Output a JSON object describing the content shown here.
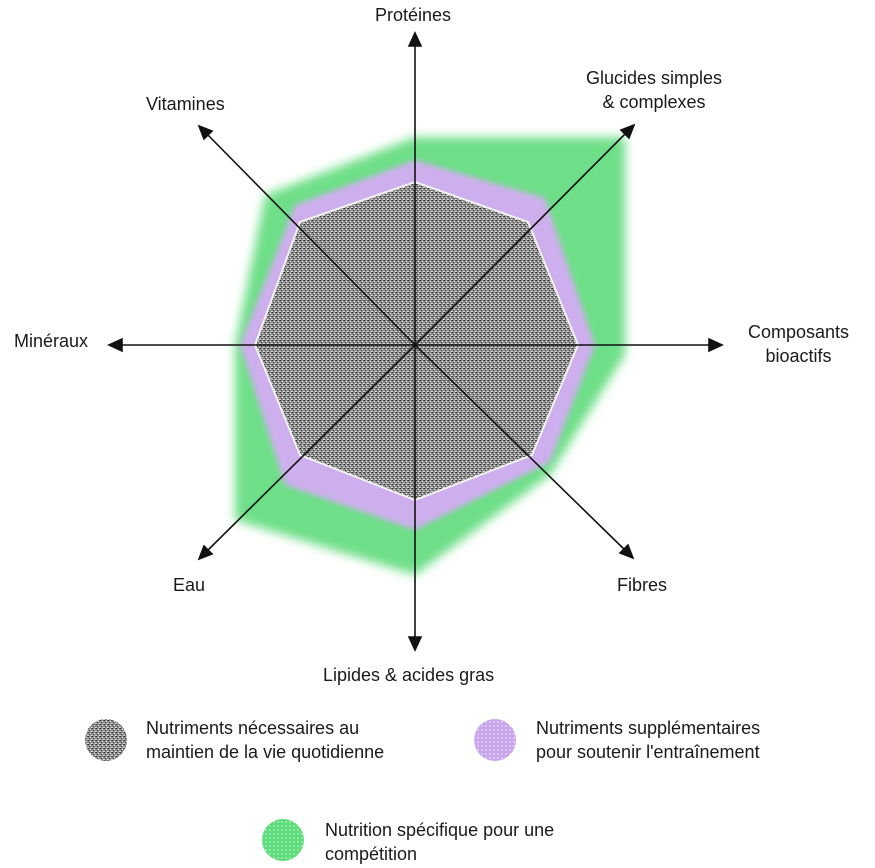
{
  "axes": [
    {
      "id": "proteines",
      "label": "Protéines"
    },
    {
      "id": "glucides",
      "label": "Glucides simples\n& complexes"
    },
    {
      "id": "composants",
      "label": "Composants\nbioactifs"
    },
    {
      "id": "fibres",
      "label": "Fibres"
    },
    {
      "id": "lipides",
      "label": "Lipides & acides gras"
    },
    {
      "id": "eau",
      "label": "Eau"
    },
    {
      "id": "mineraux",
      "label": "Minéraux"
    },
    {
      "id": "vitamines",
      "label": "Vitamines"
    }
  ],
  "legend": [
    {
      "id": "daily",
      "label": "Nutriments nécessaires au\nmaintien de la vie quotidienne",
      "color": "#6e6e6e"
    },
    {
      "id": "training",
      "label": "Nutriments supplémentaires\npour soutenir l'entraînement",
      "color": "#c9a6ec"
    },
    {
      "id": "competition",
      "label": "Nutrition spécifique pour une\ncompétition",
      "color": "#5ddc7a"
    }
  ],
  "colors": {
    "green": "#5ddc7a",
    "purple": "#c9a6ec",
    "gray": "#6e6e6e",
    "axis": "#111111"
  }
}
